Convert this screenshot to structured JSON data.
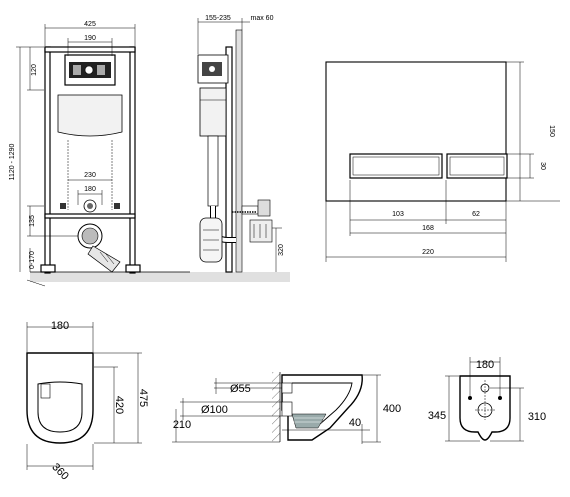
{
  "frame_front": {
    "width": "425",
    "top_width": "190",
    "height_range": "1120 - 1290",
    "top_offset": "120",
    "pipe_spacing_outer": "230",
    "pipe_spacing_inner": "180",
    "drain_offset": "135",
    "foot_range": "0-170"
  },
  "frame_side": {
    "depth_range": "155-235",
    "max_label": "max 60",
    "drain_height": "320"
  },
  "flush_plate": {
    "height": "150",
    "button_height": "30",
    "left_button": "103",
    "right_button": "62",
    "buttons_total": "168",
    "width": "220"
  },
  "bowl_top": {
    "top_width": "180",
    "inner_length": "420",
    "outer_length": "475",
    "width": "360"
  },
  "bowl_side": {
    "inlet_diameter": "Ø55",
    "outlet_diameter": "Ø100",
    "outlet_height": "210",
    "wall_offset": "40",
    "height": "400"
  },
  "bowl_back": {
    "bolt_spacing": "180",
    "left_height": "345",
    "right_height": "310"
  }
}
